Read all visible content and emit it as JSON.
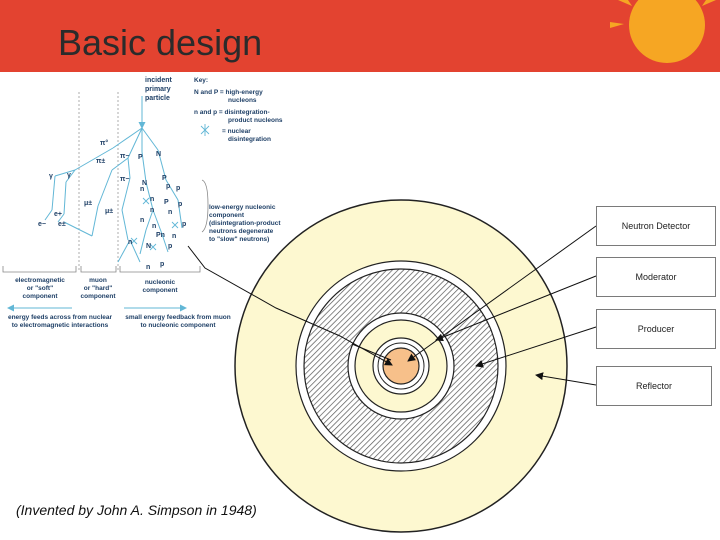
{
  "slide": {
    "title": "Basic design",
    "caption": "(Invented by John A. Simpson in 1948)"
  },
  "shower": {
    "incident_label": [
      "incident",
      "primary",
      "particle"
    ],
    "key_title": "Key:",
    "key_lines": [
      "N and P = high-energy",
      "nucleons",
      "n and p = disintegration-",
      "product nucleons",
      "= nuclear",
      "disintegration"
    ],
    "low_energy_note": [
      "low-energy nucleonic",
      "component",
      "(disintegration-product",
      "neutrons degenerate",
      "to \"slow\" neutrons)"
    ],
    "components": {
      "em": [
        "electromagnetic",
        "or \"soft\"",
        "component"
      ],
      "muon": [
        "muon",
        "or \"hard\"",
        "component"
      ],
      "nucleonic": [
        "nucleonic",
        "component"
      ]
    },
    "feed_notes": {
      "left": [
        "energy feeds across from nuclear",
        "to electromagnetic interactions"
      ],
      "right": [
        "small energy feedback from muon",
        "to nucleonic component"
      ]
    },
    "particle_labels": [
      "π°",
      "π±",
      "π−",
      "π−",
      "P",
      "N",
      "γ",
      "γ",
      "μ±",
      "μ±",
      "e+",
      "e−",
      "e±",
      "n",
      "n",
      "p",
      "p",
      "P",
      "N",
      "n",
      "P",
      "n",
      "p",
      "n",
      "n",
      "Pn",
      "N",
      "p",
      "n",
      "n",
      "p",
      "n",
      "p"
    ]
  },
  "detector_labels": {
    "neutron_detector": "Neutron Detector",
    "moderator": "Moderator",
    "producer": "Producer",
    "reflector": "Reflector"
  },
  "colors": {
    "header": "#e34330",
    "reflector": "#fdf8d0",
    "core": "#f7c08a",
    "shower_lines": "#62b7d6",
    "hatch": "#555555"
  }
}
